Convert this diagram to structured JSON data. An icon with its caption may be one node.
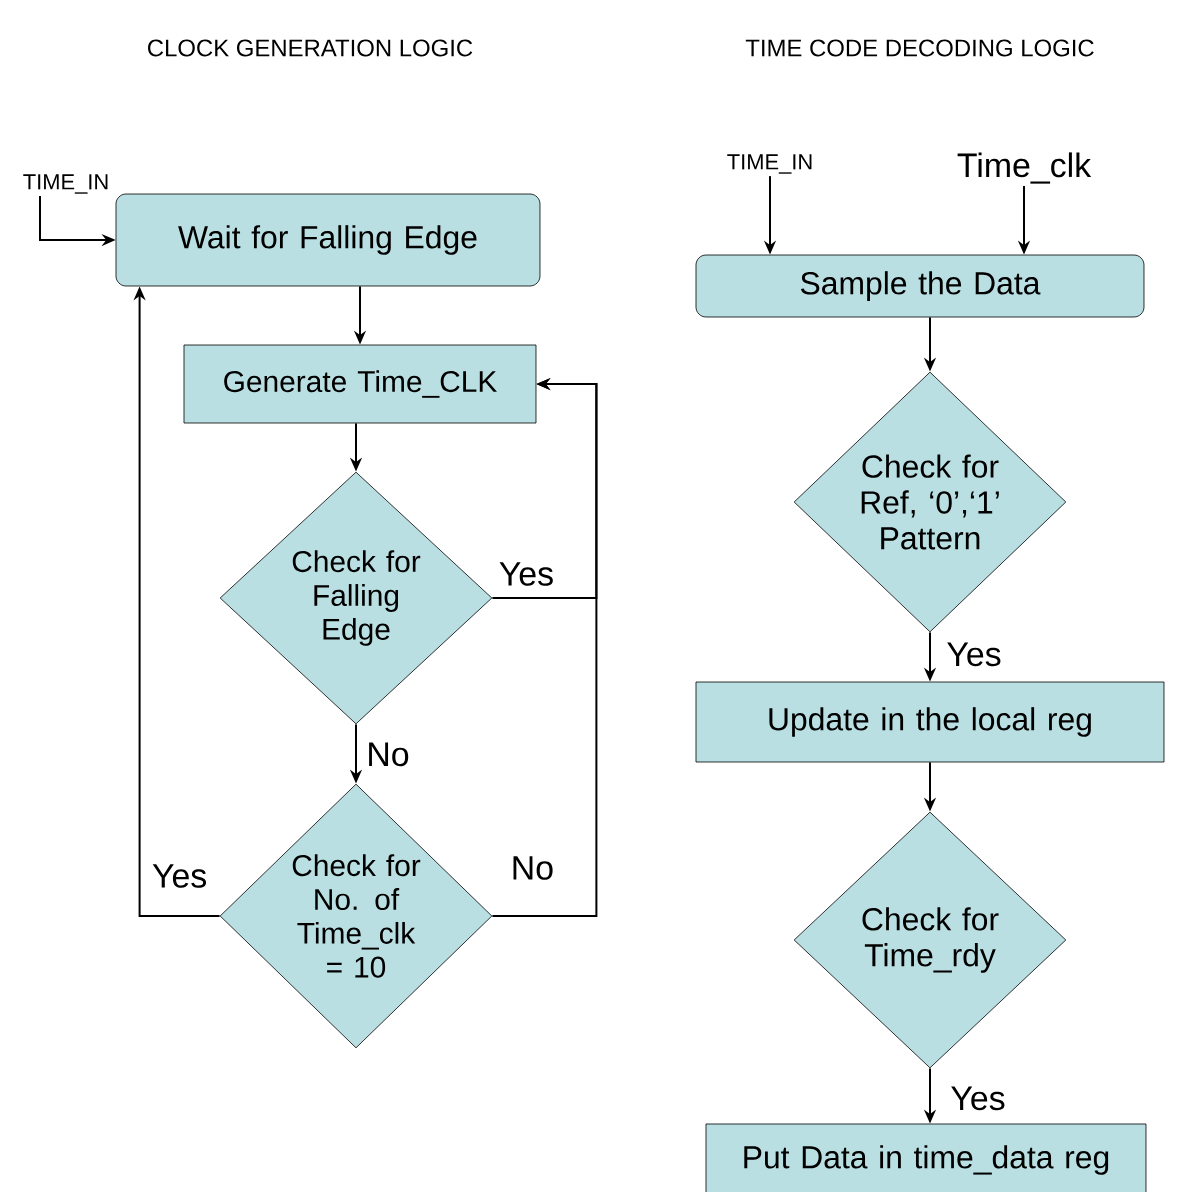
{
  "diagram": {
    "nodes": [
      {
        "text": [
          "TIME_IN"
        ]
      },
      {
        "text": [
          "Wait for Falling Edge"
        ]
      },
      {
        "text": [
          "Generate Time_CLK"
        ]
      },
      {
        "text": [
          "Check for Falling Edge"
        ]
      },
      {
        "text": [
          "Check for No. of Time_clk = 10"
        ]
      },
      {
        "text": [
          "TIME_IN"
        ]
      },
      {
        "text": [
          "Time_clk"
        ]
      },
      {
        "text": [
          "Sample the Data"
        ]
      },
      {
        "text": [
          "Check for Ref, ‘0’,‘1’ Pattern"
        ]
      },
      {
        "text": [
          "Update in the local reg"
        ]
      },
      {
        "text": [
          "Check for Time_rdy"
        ]
      },
      {
        "text": [
          "Put Data in time_data reg"
        ]
      }
    ],
    "edges": [
      {
        "from": 0,
        "to": 1,
        "arrow": "to"
      },
      {
        "from": 1,
        "to": 2,
        "arrow": "to"
      },
      {
        "from": 2,
        "to": 3,
        "arrow": "to"
      },
      {
        "from": 3,
        "to": 2,
        "arrow": "to",
        "label": "Yes"
      },
      {
        "from": 3,
        "to": 4,
        "arrow": "to",
        "label": "No"
      },
      {
        "from": 4,
        "to": 2,
        "arrow": "to",
        "label": "No"
      },
      {
        "from": 4,
        "to": 1,
        "arrow": "to",
        "label": "Yes"
      },
      {
        "from": 5,
        "to": 7,
        "arrow": "to"
      },
      {
        "from": 6,
        "to": 7,
        "arrow": "to"
      },
      {
        "from": 7,
        "to": 8,
        "arrow": "to"
      },
      {
        "from": 8,
        "to": 9,
        "arrow": "to",
        "label": "Yes"
      },
      {
        "from": 9,
        "to": 10,
        "arrow": "to"
      },
      {
        "from": 10,
        "to": 11,
        "arrow": "to",
        "label": "Yes"
      }
    ],
    "labels": [
      "CLOCK GENERATION LOGIC",
      "TIME CODE DECODING LOGIC"
    ]
  }
}
